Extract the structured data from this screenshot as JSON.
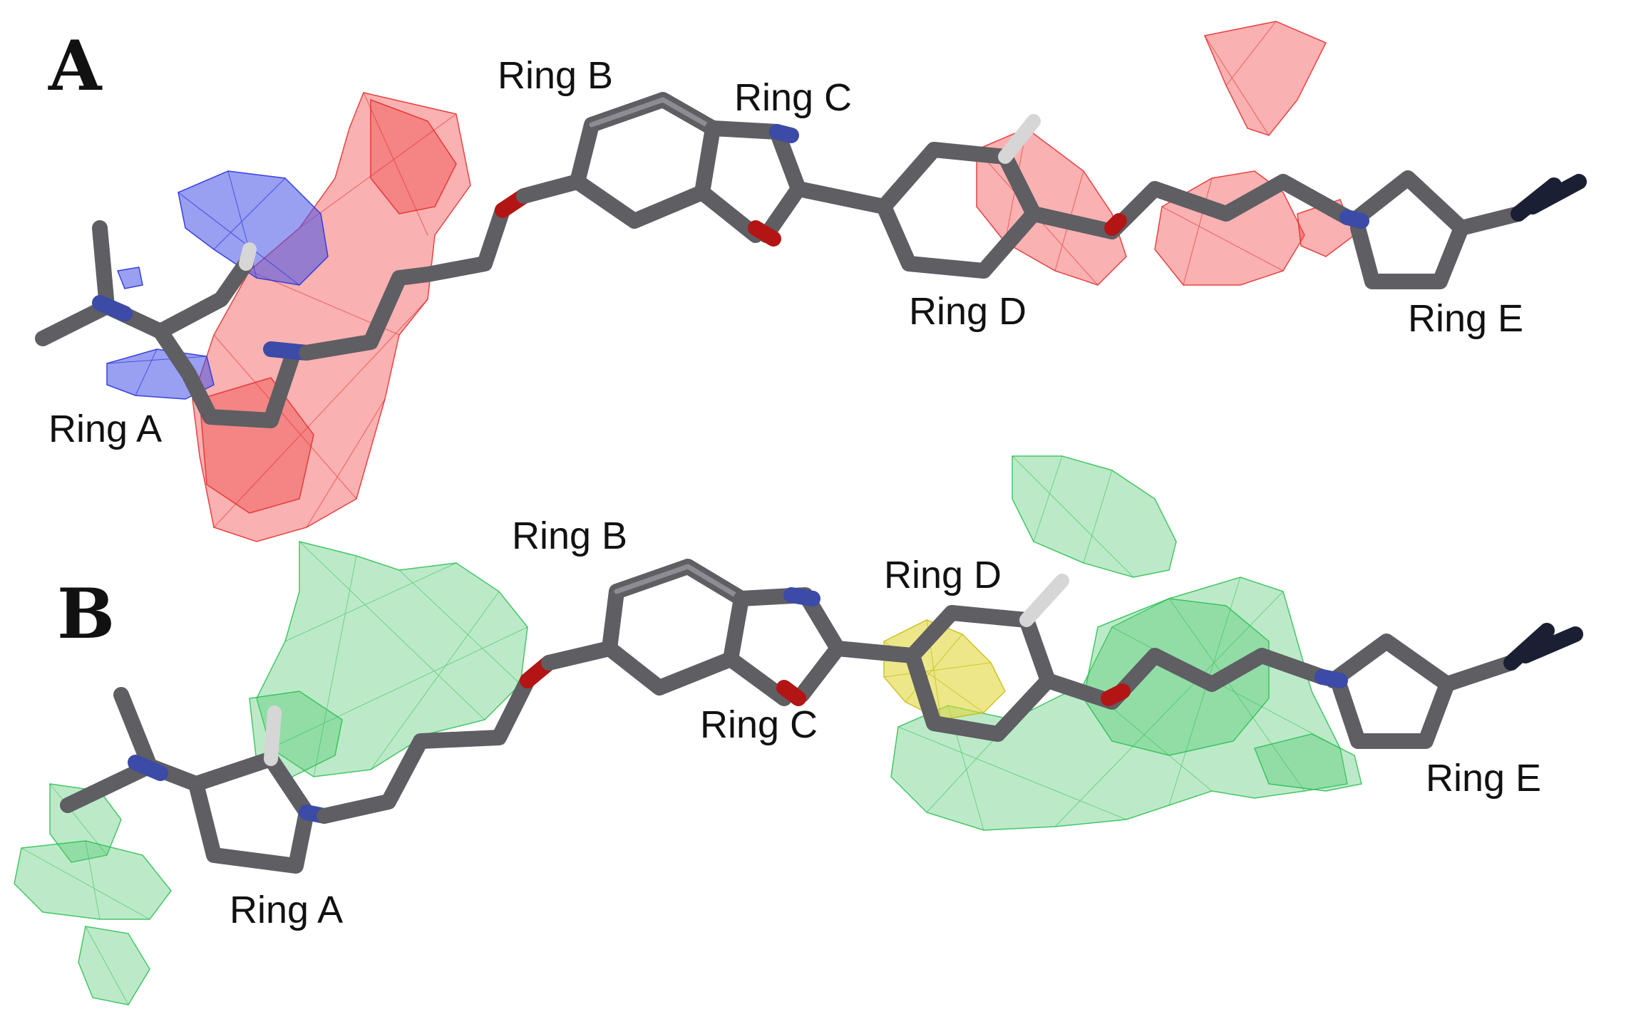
{
  "panels": [
    {
      "letter": "A",
      "labels": {
        "ring_a": "Ring A",
        "ring_b": "Ring B",
        "ring_c": "Ring C",
        "ring_d": "Ring D",
        "ring_e": "Ring E"
      },
      "contour_colors": [
        "#f04646",
        "#4650e6"
      ]
    },
    {
      "letter": "B",
      "labels": {
        "ring_a": "Ring A",
        "ring_b": "Ring B",
        "ring_c": "Ring C",
        "ring_d": "Ring D",
        "ring_e": "Ring E"
      },
      "contour_colors": [
        "#50c86e",
        "#e1d73c"
      ]
    }
  ],
  "atom_colors": {
    "carbon": "#5e5e63",
    "nitrogen": "#3c4aa8",
    "oxygen": "#b31515",
    "hydrogen": "#d6d6d6"
  }
}
